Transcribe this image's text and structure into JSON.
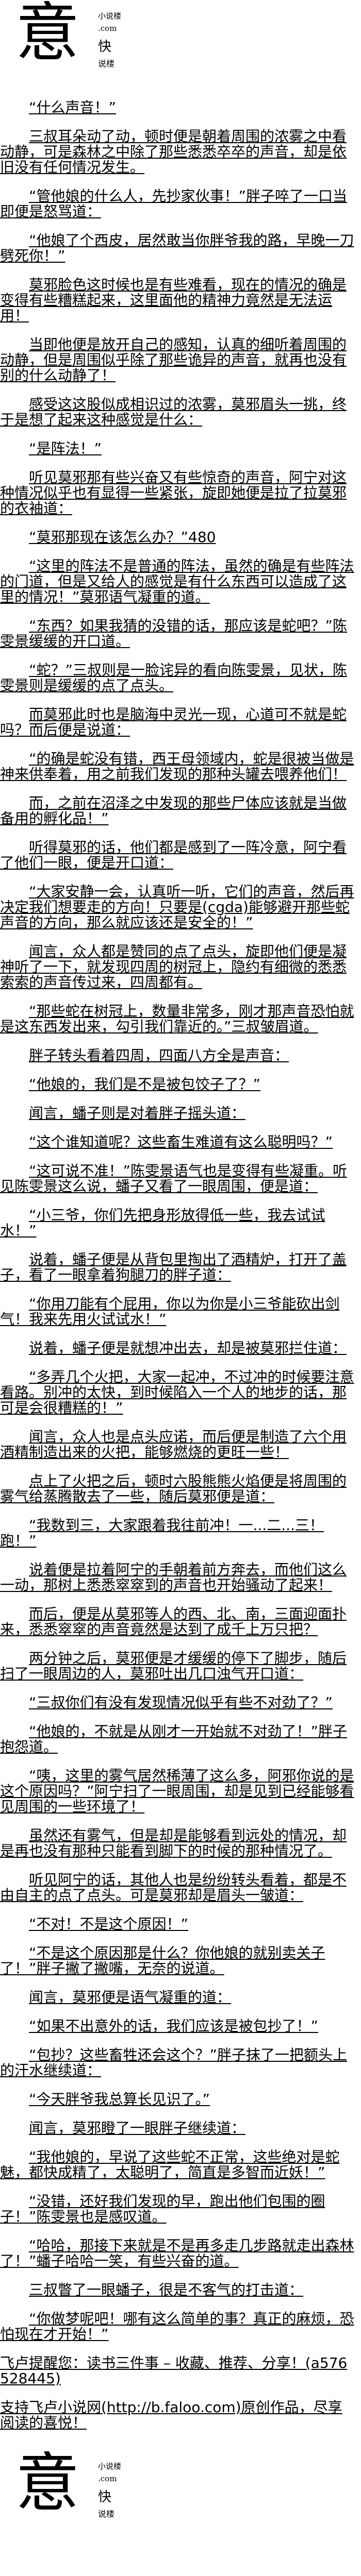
{
  "logo": {
    "glyph": "意",
    "line1": "小说楼",
    "line2": ".com",
    "line3": "快",
    "line4": "说楼"
  },
  "paragraphs": [
    "“什么声音！”",
    "三叔耳朵动了动，顿时便是朝着周围的浓雾之中看动静，可是森林之中除了那些悉悉卒卒的声音，却是依旧没有任何情况发生。",
    "“管他娘的什么人，先抄家伙事！”胖子啐了一口当即便是怒骂道：",
    "“他娘了个西皮，居然敢当你胖爷我的路，早晚一刀劈死你！”",
    "莫邪脸色这时候也是有些难看，现在的情况的确是变得有些糟糕起来，这里面他的精神力竟然是无法运用！",
    "当即他便是放开自己的感知，认真的细听着周围的动静，但是周围似乎除了那些诡异的声音，就再也没有别的什么动静了！",
    "感受这这股似成相识过的浓雾，莫邪眉头一挑，终于是想了起来这种感觉是什么：",
    "“是阵法！”",
    "听见莫邪那有些兴奋又有些惊奇的声音，阿宁对这种情况似乎也有显得一些紧张，旋即她便是拉了拉莫邪的衣袖道：",
    "“莫邪那现在该怎么办？”480",
    "“这里的阵法不是普通的阵法，虽然的确是有些阵法的门道，但是又给人的感觉是有什么东西可以造成了这里的情况！”莫邪语气凝重的道。",
    "“东西？如果我猜的没错的话，那应该是蛇吧？”陈雯景缓缓的开口道。",
    "“蛇？”三叔则是一脸诧异的看向陈雯景，见状，陈雯景则是缓缓的点了点头。",
    "而莫邪此时也是脑海中灵光一现，心道可不就是蛇吗？而后便是说道：",
    "“的确是蛇没有错，西王母领域内，蛇是很被当做是神来供奉着，用之前我们发现的那种头罐去喂养他们！",
    "而，之前在沼泽之中发现的那些尸体应该就是当做备用的孵化品！”",
    "听得莫邪的话，他们都是感到了一阵冷意，阿宁看了他们一眼，便是开口道：",
    "“大家安静一会，认真听一听，它们的声音，然后再决定我们想要走的方向！只要是(cgda)能够避开那些蛇声音的方向，那么就应该还是安全的！”",
    "闻言，众人都是赞同的点了点头，旋即他们便是凝神听了一下，就发现四周的树冠上，隐约有细微的悉悉索索的声音传过来，四周都有。",
    "“那些蛇在树冠上，数量非常多，刚才那声音恐怕就是这东西发出来，勾引我们靠近的。”三叔皱眉道。",
    "胖子转头看着四周，四面八方全是声音：",
    "“他娘的，我们是不是被包饺子了？”",
    "闻言，蟠子则是对着胖子摇头道：",
    "“这个谁知道呢？这些畜生难道有这么聪明吗？”",
    "“这可说不准！”陈雯景语气也是变得有些凝重。听见陈雯景这么说，蟠子又看了一眼周围，便是道：",
    "“小三爷，你们先把身形放得低一些，我去试试水！”",
    "说着，蟠子便是从背包里掏出了酒精炉，打开了盖子，看了一眼拿着狗腿刀的胖子道：",
    "“你用刀能有个屁用，你以为你是小三爷能砍出剑气！我来先用火试试水！”",
    "说着，蟠子便是就想冲出去，却是被莫邪拦住道：",
    "“多弄几个火把，大家一起冲，不过冲的时候要注意看路。别冲的太快，到时候陷入一个人的地步的话，那可是会很糟糕的！”",
    "闻言，众人也是点头应诺，而后便是制造了六个用酒精制造出来的火把，能够燃烧的更旺一些！",
    "点上了火把之后，顿时六股熊熊火焰便是将周围的雾气给蒸腾散去了一些，随后莫邪便是道：",
    "“我数到三，大家跟着我往前冲！一...二...三！跑！”",
    "说着便是拉着阿宁的手朝着前方奔去，而他们这么一动，那树上悉悉窣窣到的声音也开始骚动了起来！",
    "而后，便是从莫邪等人的西、北、南，三面迎面扑来，悉悉窣窣的声音竟然是达到了成千上万只把？",
    "两分钟之后，莫邪便是才缓缓的停下了脚步，随后扫了一眼周边的人，莫邪吐出几口浊气开口道：",
    "“三叔你们有没有发现情况似乎有些不对劲了？”",
    "“他娘的，不就是从刚才一开始就不对劲了！”胖子抱怨道。",
    "“咦，这里的雾气居然稀薄了这么多，阿邪你说的是这个原因吗？”阿宁扫了一眼周围，却是见到已经能够看见周围的一些环境了！",
    "虽然还有雾气，但是却是能够看到远处的情况，却是再也没有那种只能看到脚下的时候的那种情况了。",
    "听见阿宁的话，其他人也是纷纷转头看着，都是不由自主的点了点头。可是莫邪却是眉头一皱道：",
    "“不对！不是这个原因！”",
    "“不是这个原因那是什么？你他娘的就别卖关子了！”胖子撇了撇嘴，无奈的说道。",
    "闻言，莫邪便是语气凝重的道：",
    "“如果不出意外的话，我们应该是被包抄了！”",
    "“包抄？这些畜牲还会这个？”胖子抹了一把额头上的汗水继续道：",
    "“今天胖爷我总算长见识了。”",
    "闻言，莫邪瞪了一眼胖子继续道：",
    "“我他娘的，早说了这些蛇不正常，这些绝对是蛇魅，都快成精了，太聪明了，简直是多智而近妖！”",
    "“没错，还好我们发现的早，跑出他们包围的圈子！”陈雯景也是感叹道。",
    "“哈哈，那接下来就是不是再多走几步路就走出森林了！”蟠子哈哈一笑，有些兴奋的道。",
    "三叔瞥了一眼蟠子，很是不客气的打击道：",
    "“你做梦呢吧！哪有这么简单的事？真正的麻烦，恐怕现在才开始！”"
  ],
  "footer": {
    "reminder": "飞卢提醒您：读书三件事 – 收藏、推荐、分享！(a576528445)",
    "support": "支持飞卢小说网(http://b.faloo.com)原创作品，尽享阅读的喜悦！"
  }
}
